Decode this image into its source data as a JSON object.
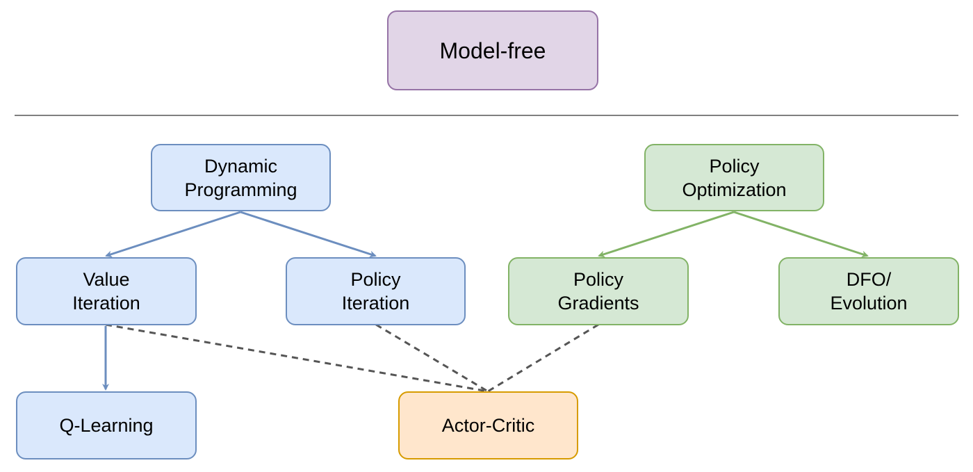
{
  "diagram": {
    "nodes": [
      {
        "id": "model-free",
        "label": "Model-free"
      },
      {
        "id": "dp",
        "label": "Dynamic\nProgramming"
      },
      {
        "id": "po",
        "label": "Policy\nOptimization"
      },
      {
        "id": "vi",
        "label": "Value\nIteration"
      },
      {
        "id": "pi",
        "label": "Policy\nIteration"
      },
      {
        "id": "pg",
        "label": "Policy\nGradients"
      },
      {
        "id": "dfo",
        "label": "DFO/\nEvolution"
      },
      {
        "id": "ql",
        "label": "Q-Learning"
      },
      {
        "id": "ac",
        "label": "Actor-Critic"
      }
    ],
    "edges": [
      {
        "from": "dp",
        "to": "vi",
        "style": "solid-arrow"
      },
      {
        "from": "dp",
        "to": "pi",
        "style": "solid-arrow"
      },
      {
        "from": "po",
        "to": "pg",
        "style": "solid-arrow"
      },
      {
        "from": "po",
        "to": "dfo",
        "style": "solid-arrow"
      },
      {
        "from": "vi",
        "to": "ql",
        "style": "solid-arrow"
      },
      {
        "from": "vi",
        "to": "ac",
        "style": "dashed"
      },
      {
        "from": "pi",
        "to": "ac",
        "style": "dashed"
      },
      {
        "from": "pg",
        "to": "ac",
        "style": "dashed"
      }
    ],
    "colors": {
      "purple_fill": "#e1d5e7",
      "purple_border": "#9673a6",
      "blue_fill": "#dae8fc",
      "blue_border": "#6c8ebf",
      "green_fill": "#d5e8d4",
      "green_border": "#82b366",
      "orange_fill": "#ffe6cc",
      "orange_border": "#d79b00",
      "dashed_edge": "#555555",
      "divider": "#555555"
    }
  }
}
